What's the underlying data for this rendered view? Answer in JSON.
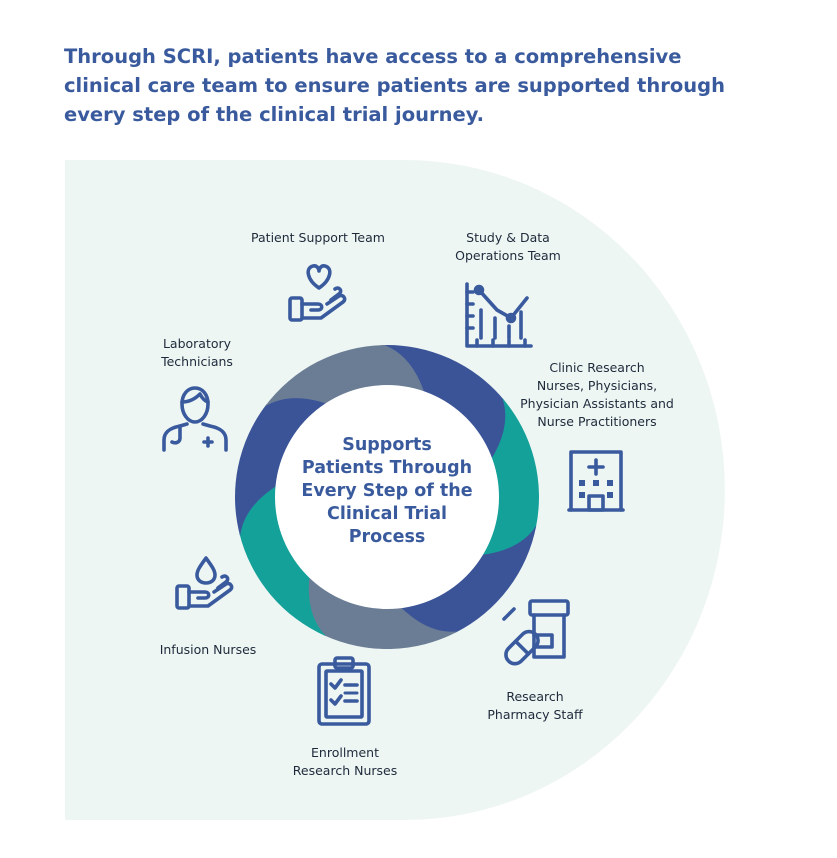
{
  "headline": "Through SCRI, patients have access to a comprehensive clinical care team to ensure patients are supported through every step of the clinical trial journey.",
  "center_text": "Supports\nPatients Through\nEvery Step of the\nClinical Trial\nProcess",
  "colors": {
    "navy": "#3b5498",
    "teal": "#14a19a",
    "slate": "#6b7d95",
    "icon": "#3a5a9e",
    "background": "#eef6f4"
  },
  "teams": [
    {
      "label": "Patient Support Team",
      "icon": "heart-hand-icon"
    },
    {
      "label": "Study & Data\nOperations Team",
      "icon": "chart-icon"
    },
    {
      "label": "Clinic Research\nNurses, Physicians,\nPhysician Assistants and\nNurse Practitioners",
      "icon": "hospital-icon"
    },
    {
      "label": "Research\nPharmacy Staff",
      "icon": "pill-bottle-icon"
    },
    {
      "label": "Enrollment\nResearch Nurses",
      "icon": "clipboard-icon"
    },
    {
      "label": "Infusion Nurses",
      "icon": "drop-hand-icon"
    },
    {
      "label": "Laboratory\nTechnicians",
      "icon": "technician-icon"
    }
  ]
}
